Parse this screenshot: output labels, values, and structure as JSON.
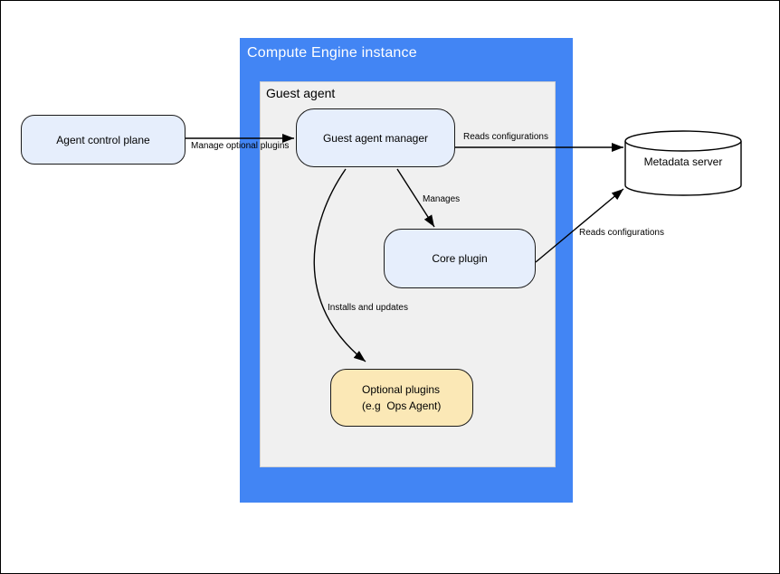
{
  "colors": {
    "container_blue": "#4285f4",
    "inner_gray": "#f0f0f0",
    "node_blue": "#e6eefc",
    "node_tan": "#fbe8b6",
    "stroke": "#000000"
  },
  "containers": {
    "compute_engine": {
      "title": "Compute Engine instance"
    },
    "guest_agent": {
      "title": "Guest agent"
    }
  },
  "nodes": {
    "agent_control_plane": {
      "label": "Agent control plane"
    },
    "guest_agent_manager": {
      "label": "Guest agent manager"
    },
    "core_plugin": {
      "label": "Core plugin"
    },
    "optional_plugins": {
      "label_line1": "Optional plugins",
      "label_line2": "(e.g  Ops Agent)"
    },
    "metadata_server": {
      "label": "Metadata server"
    }
  },
  "edges": {
    "manage_optional_plugins": {
      "label": "Manage optional plugins"
    },
    "reads_configurations_manager": {
      "label": "Reads configurations"
    },
    "manages": {
      "label": "Manages"
    },
    "reads_configurations_core": {
      "label": "Reads configurations"
    },
    "installs_and_updates": {
      "label": "Installs and updates"
    }
  }
}
